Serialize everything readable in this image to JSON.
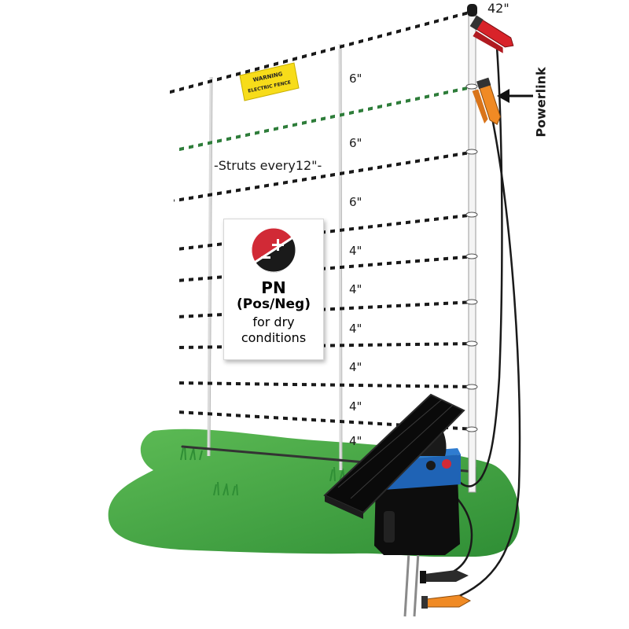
{
  "fence": {
    "top_height": "42\"",
    "spacings": [
      "6\"",
      "6\"",
      "6\"",
      "4\"",
      "4\"",
      "4\"",
      "4\"",
      "4\"",
      "4\""
    ],
    "struts_label": "-Struts every12\"-",
    "powerlink_label": "Powerlink"
  },
  "warning_sign": {
    "line1": "WARNING",
    "line2": "ELECTRIC FENCE"
  },
  "pn_card": {
    "title": "PN",
    "subtitle": "(Pos/Neg)",
    "line1": "for dry",
    "line2": "conditions"
  },
  "colors": {
    "positive": "#d12a36",
    "negative": "#1a1a1a",
    "grass": "#4cae4c",
    "charger_blue": "#1f63b5",
    "clip_red": "#d8232a",
    "clip_orange": "#f08a24",
    "sign_yellow": "#f7dc1a",
    "powerlink_wire": "#2e7d3a"
  }
}
